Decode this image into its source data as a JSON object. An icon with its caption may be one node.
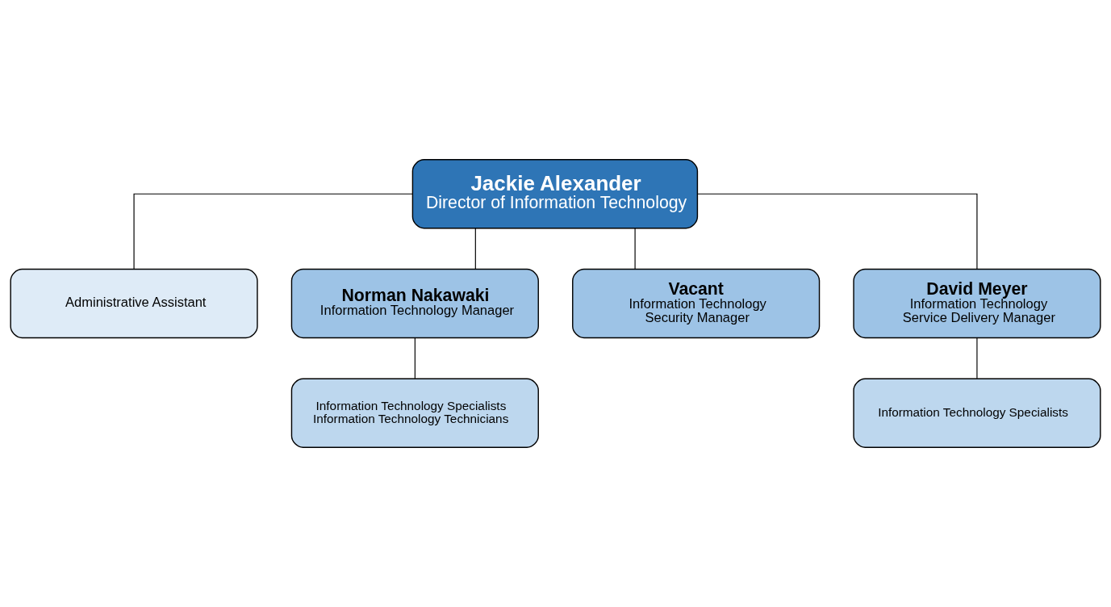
{
  "diagram": {
    "nodes": [
      {
        "text": [
          "Jackie Alexander",
          "Director of Information Technology"
        ]
      },
      {
        "text": [
          "Administrative Assistant"
        ]
      },
      {
        "text": [
          "Norman Nakawaki",
          "Information Technology Manager"
        ]
      },
      {
        "text": [
          "Vacant",
          "Information Technology Security Manager"
        ]
      },
      {
        "text": [
          "David Meyer",
          "Information Technology Service Delivery Manager"
        ]
      },
      {
        "text": [
          "Information Technology Specialists",
          "Information Technology Technicians"
        ]
      },
      {
        "text": [
          "Information Technology Specialists"
        ]
      }
    ],
    "edges": [
      {
        "from": 0,
        "to": 1,
        "arrow": "none"
      },
      {
        "from": 0,
        "to": 2,
        "arrow": "none"
      },
      {
        "from": 0,
        "to": 3,
        "arrow": "none"
      },
      {
        "from": 0,
        "to": 4,
        "arrow": "none"
      },
      {
        "from": 2,
        "to": 5,
        "arrow": "none"
      },
      {
        "from": 4,
        "to": 6,
        "arrow": "none"
      }
    ]
  }
}
